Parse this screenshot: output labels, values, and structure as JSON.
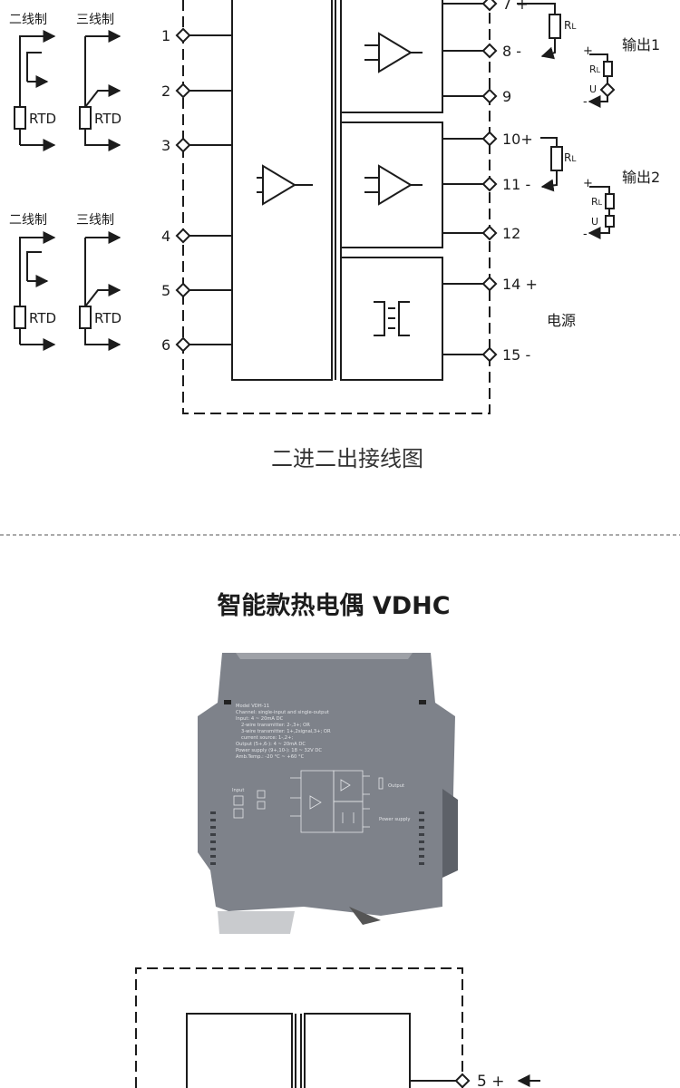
{
  "top_diagram": {
    "caption": "二进二出接线图",
    "sensor_groups": [
      {
        "two_wire_label": "二线制",
        "three_wire_label": "三线制",
        "rtd_label": "RTD"
      },
      {
        "two_wire_label": "二线制",
        "three_wire_label": "三线制",
        "rtd_label": "RTD"
      }
    ],
    "input_terminals": [
      "1",
      "2",
      "3",
      "4",
      "5",
      "6"
    ],
    "output_terminals": [
      "7 +",
      "8 -",
      "9",
      "10+",
      "11 -",
      "12",
      "14 +",
      "15 -"
    ],
    "load_label": "R",
    "load_sub": "L",
    "voltage_label": "U",
    "outputs": [
      {
        "label": "输出1"
      },
      {
        "label": "输出2"
      }
    ],
    "power_label": "电源"
  },
  "product": {
    "title": "智能款热电偶  VDHC",
    "device_text": [
      "Model VDH-11",
      "Channel: single-input and single-output",
      "Input: 4 ~ 20mA DC",
      "2-wire transmitter: 2-,3+; OR",
      "3-wire transmitter: 1+,2signal,3+; OR",
      "current source: 1-,2+;",
      "Output (5+,6-): 4 ~ 20mA DC",
      "Power supply (9+,10-): 18 ~ 32V DC",
      "Amb.Temp.: -20 °C ~ +60 °C"
    ],
    "device_labels": {
      "output": "Output",
      "power": "Power supply",
      "input": "Input"
    }
  },
  "bottom_diagram": {
    "terminals": [
      "5 +"
    ]
  },
  "colors": {
    "line": "#1c1c1c",
    "device_body": "#7d8189",
    "device_dark": "#5f636a",
    "device_text": "#d6d8db"
  }
}
